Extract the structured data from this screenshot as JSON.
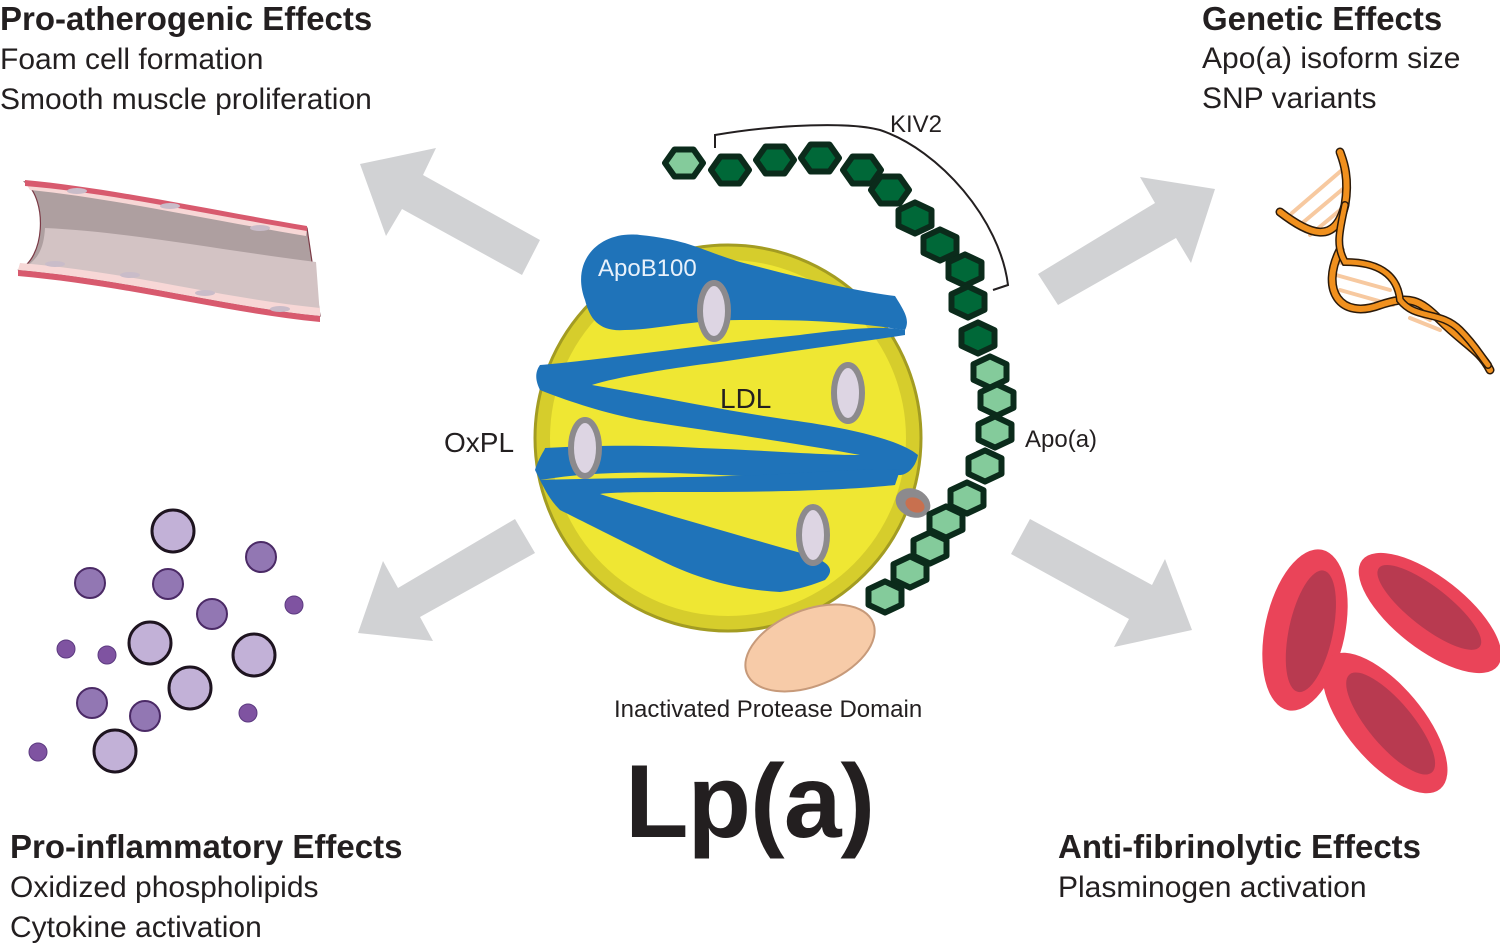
{
  "title": "Lp(a)",
  "colors": {
    "arrow": "#d1d2d4",
    "ldl_core": "#efe733",
    "ldl_rim": "#d6cd2c",
    "apob": "#1f73b9",
    "oxpl_fill": "#ddd5e3",
    "oxpl_ring": "#8c8a8d",
    "kiv2_dark": "#006838",
    "kiv_light": "#84cb9b",
    "hex_outline": "#0b2b1b",
    "protease": "#f7cba8",
    "protease_site": "#c8704f",
    "dna": "#f0901e",
    "rbc": "#ea4459",
    "rbc_inner": "#b83a50",
    "cell_light": "#c2b1d7",
    "cell_mid": "#9277b3",
    "cell_dark": "#7f53a1"
  },
  "effects": {
    "top_left": {
      "heading": "Pro-atherogenic Effects",
      "lines": [
        "Foam cell formation",
        "Smooth muscle proliferation"
      ],
      "illustration": "blood-vessel"
    },
    "top_right": {
      "heading": "Genetic Effects",
      "lines": [
        "Apo(a) isoform size",
        "SNP variants"
      ],
      "illustration": "dna-helix"
    },
    "bottom_left": {
      "heading": "Pro-inflammatory Effects",
      "lines": [
        "Oxidized phospholipids",
        "Cytokine activation"
      ],
      "illustration": "inflammatory-cells"
    },
    "bottom_right": {
      "heading": "Anti-fibrinolytic Effects",
      "lines": [
        "Plasminogen activation"
      ],
      "illustration": "red-blood-cells"
    }
  },
  "molecule": {
    "labels": {
      "apob100": "ApoB100",
      "ldl": "LDL",
      "oxpl": "OxPL",
      "kiv2": "KIV2",
      "apoa": "Apo(a)",
      "protease": "Inactivated Protease Domain"
    },
    "kringles": {
      "kiv2_repeats": 10,
      "other_kringles": 10
    }
  }
}
